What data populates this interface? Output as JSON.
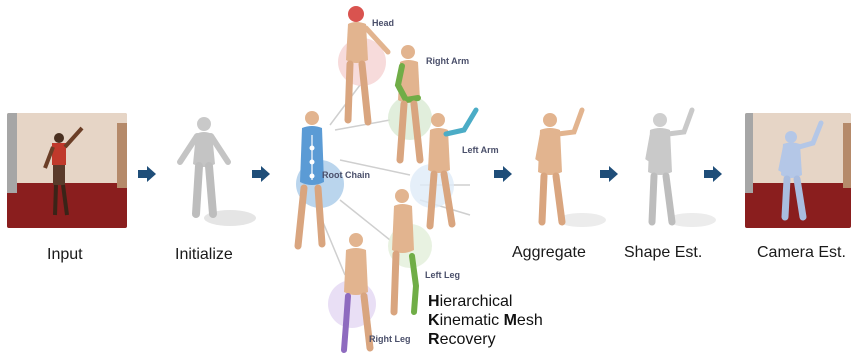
{
  "stages": {
    "input": "Input",
    "initialize": "Initialize",
    "aggregate": "Aggregate",
    "shape": "Shape Est.",
    "camera": "Camera Est."
  },
  "parts": {
    "head": "Head",
    "right_arm": "Right Arm",
    "left_arm": "Left Arm",
    "root_chain": "Root Chain",
    "left_leg": "Left Leg",
    "right_leg": "Right Leg"
  },
  "title": {
    "l1_first": "H",
    "l1_rest": "ierarchical",
    "l2_first": "K",
    "l2_mid": "inematic ",
    "l2_first2": "M",
    "l2_rest": "esh",
    "l3_first": "R",
    "l3_rest": "ecovery"
  },
  "colors": {
    "arrow": "#1f4e79",
    "skin": "#e2b48f",
    "gray_body": "#c9c9c9",
    "head": "#d9534f",
    "root": "#5b9bd5",
    "right_arm": "#70ad47",
    "left_arm": "#4bacc6",
    "left_leg": "#70ad47",
    "right_leg": "#8e6bbf",
    "camera_body": "#b4c7e7"
  }
}
